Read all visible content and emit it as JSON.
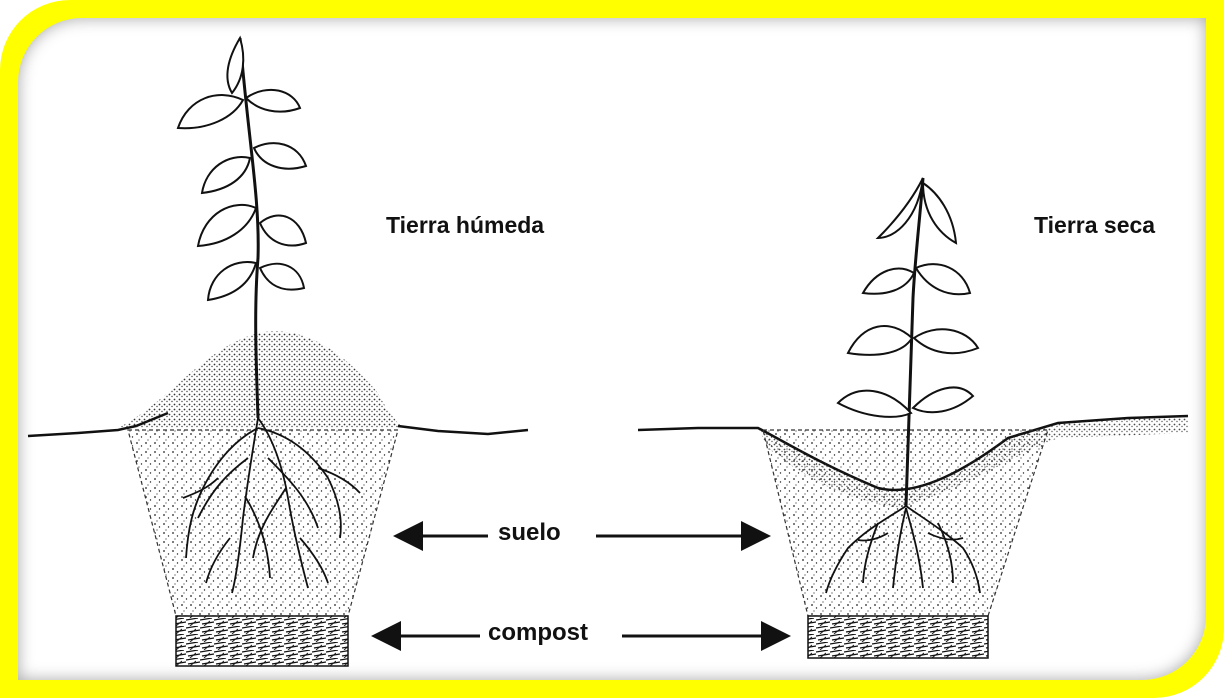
{
  "labels": {
    "wet_soil": "Tierra húmeda",
    "dry_soil": "Tierra seca",
    "soil": "suelo",
    "compost": "compost"
  },
  "colors": {
    "frame": "#ffff00",
    "ink": "#111111",
    "background": "#ffffff"
  }
}
